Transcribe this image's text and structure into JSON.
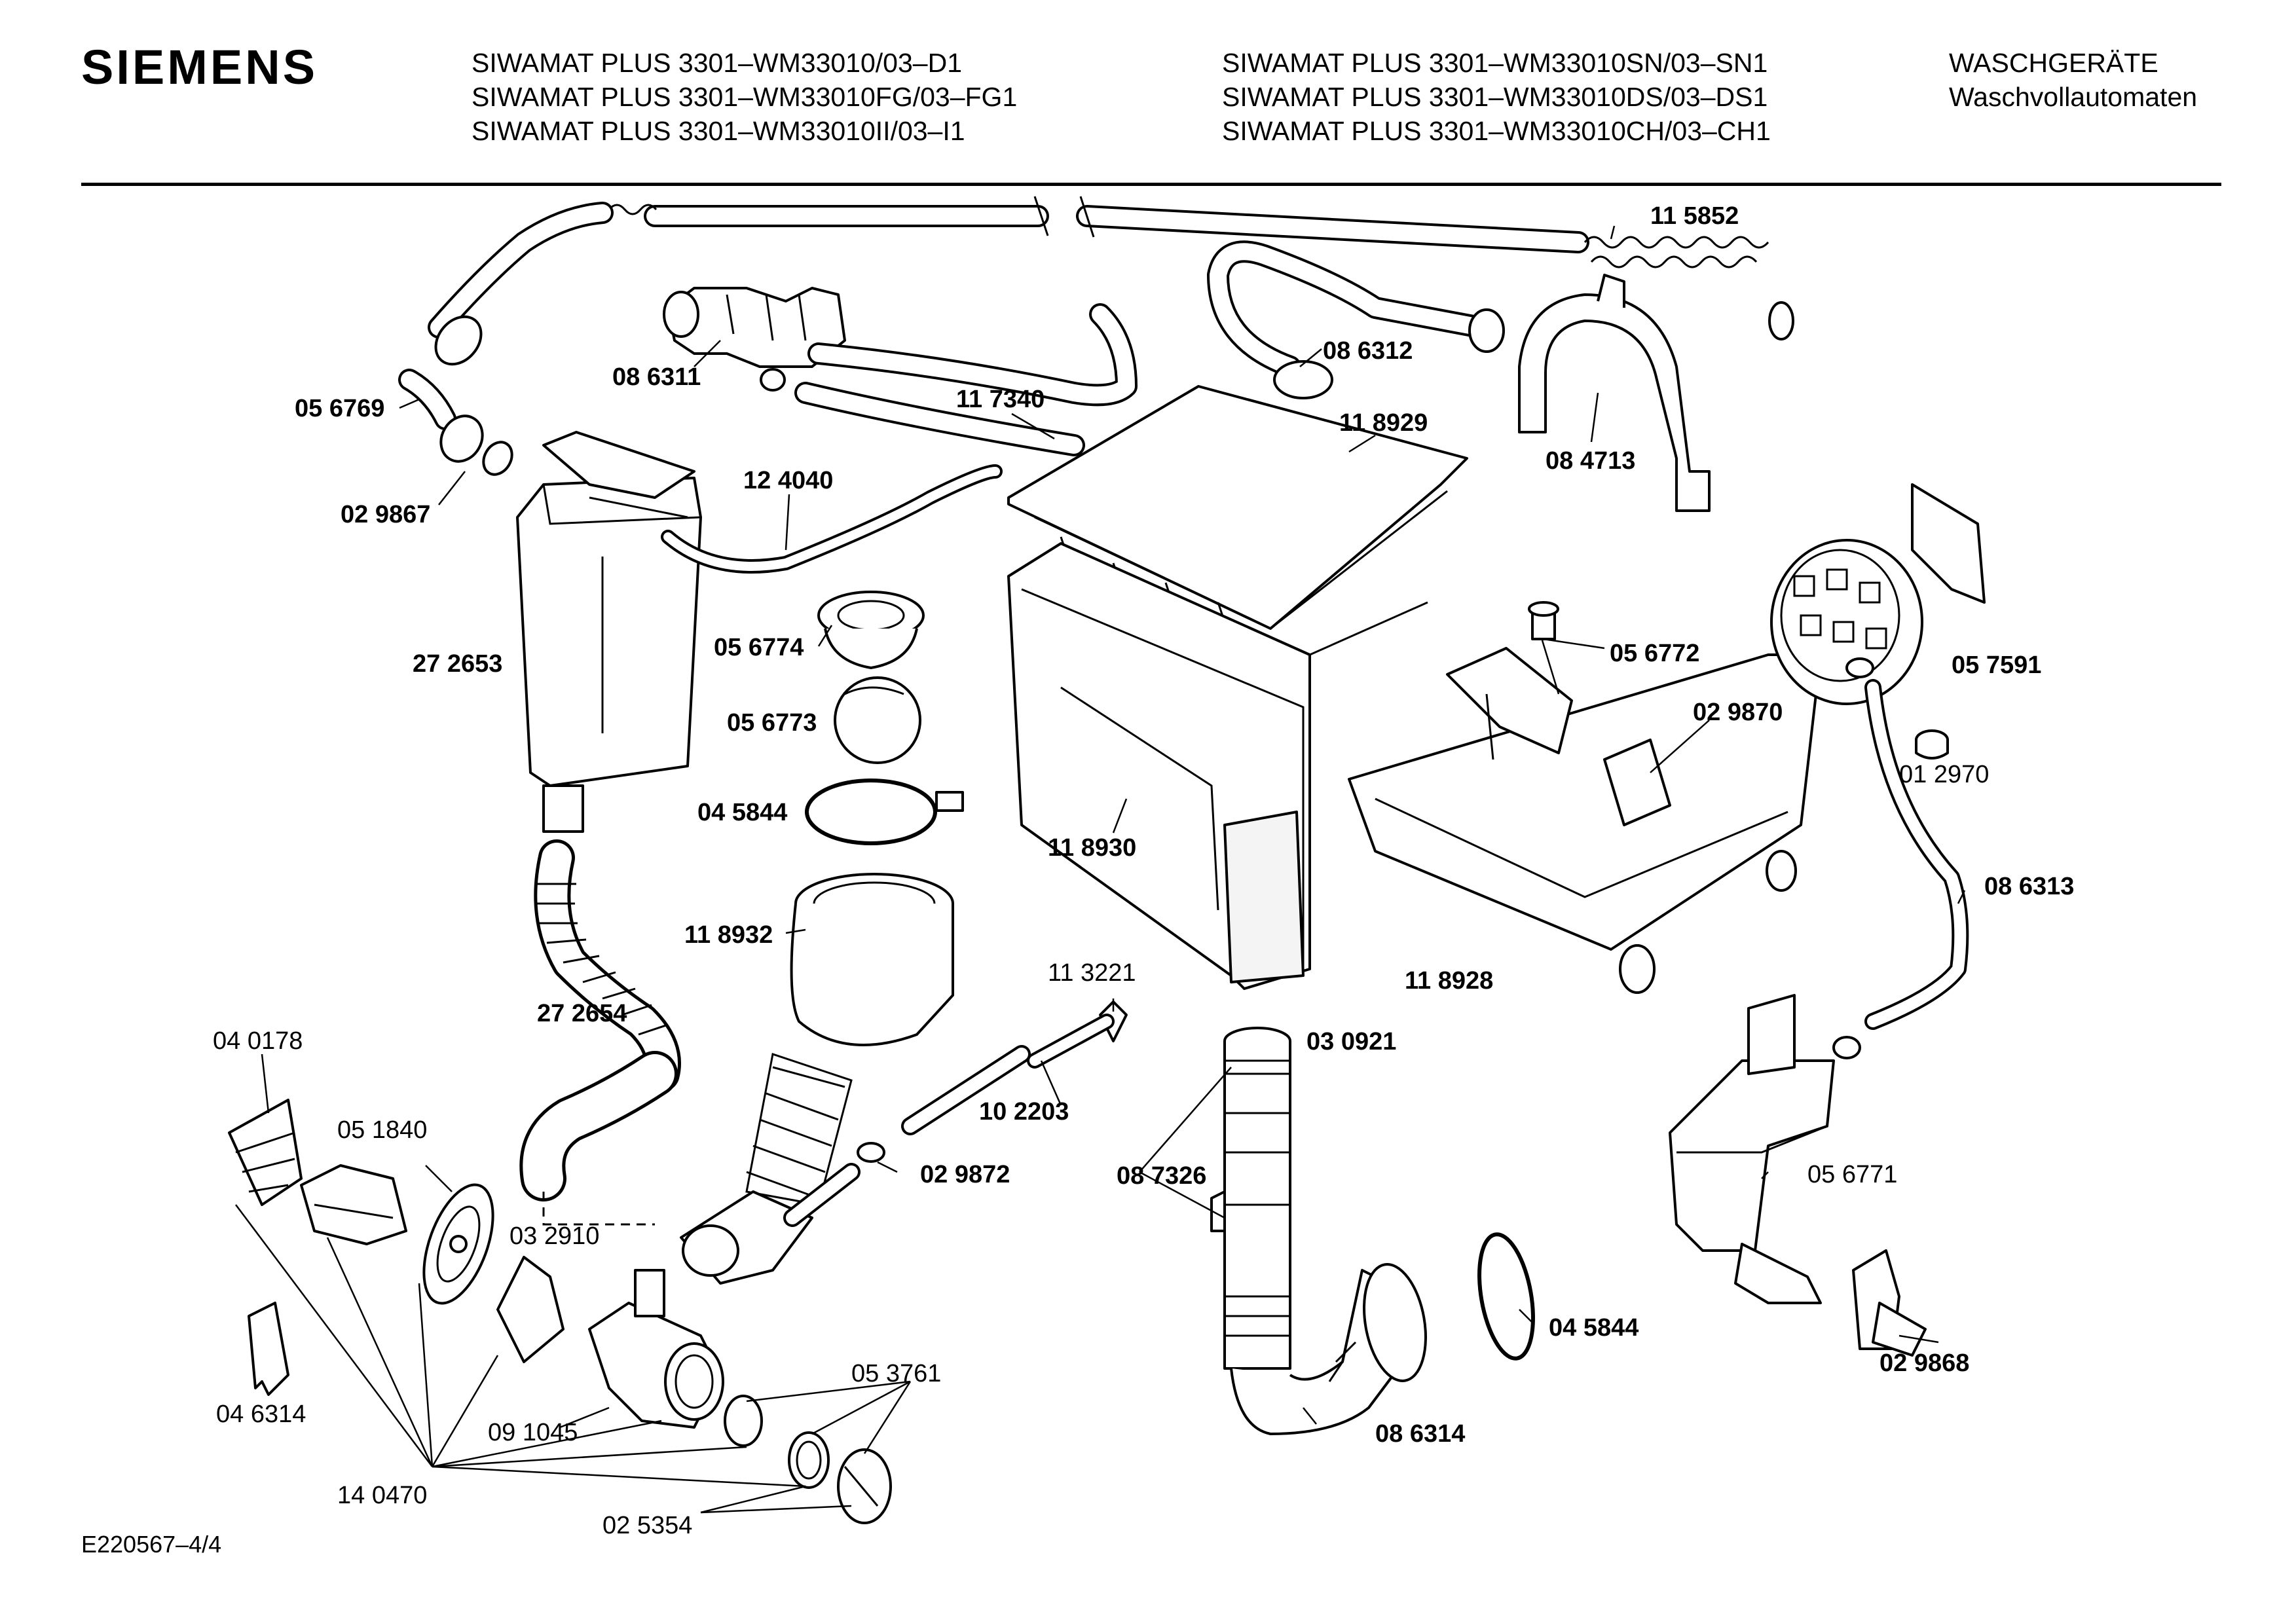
{
  "header": {
    "brand": "SIEMENS",
    "models_col1": [
      "SIWAMAT PLUS 3301–WM33010/03–D1",
      "SIWAMAT PLUS 3301–WM33010FG/03–FG1",
      "SIWAMAT PLUS 3301–WM33010II/03–I1"
    ],
    "models_col2": [
      "SIWAMAT PLUS 3301–WM33010SN/03–SN1",
      "SIWAMAT PLUS 3301–WM33010DS/03–DS1",
      "SIWAMAT PLUS 3301–WM33010CH/03–CH1"
    ],
    "category": "WASCHGERÄTE",
    "subcategory": "Waschvollautomaten"
  },
  "footer": {
    "drawing_id": "E220567–4/4"
  },
  "parts": {
    "p115852": "11 5852",
    "p086311": "08 6311",
    "p086312": "08 6312",
    "p117340": "11 7340",
    "p118929": "11 8929",
    "p084713": "08 4713",
    "p056769": "05 6769",
    "p029867": "02 9867",
    "p124040": "12 4040",
    "p056774": "05 6774",
    "p272653": "27 2653",
    "p056773": "05 6773",
    "p056772": "05 6772",
    "p057591": "05 7591",
    "p029870": "02 9870",
    "p012970": "01 2970",
    "p045844a": "04 5844",
    "p118930": "11 8930",
    "p086313": "08 6313",
    "p118932": "11 8932",
    "p113221": "11 3221",
    "p118928": "11 8928",
    "p272654": "27 2654",
    "p040178": "04 0178",
    "p030921": "03 0921",
    "p051840": "05 1840",
    "p102203": "10 2203",
    "p087326": "08 7326",
    "p056771": "05 6771",
    "p029872": "02 9872",
    "p032910": "03 2910",
    "p045844b": "04 5844",
    "p029868": "02 9868",
    "p046314": "04 6314",
    "p053761": "05 3761",
    "p086314": "08 6314",
    "p091045": "09 1045",
    "p140470": "14 0470",
    "p025354": "02 5354"
  }
}
